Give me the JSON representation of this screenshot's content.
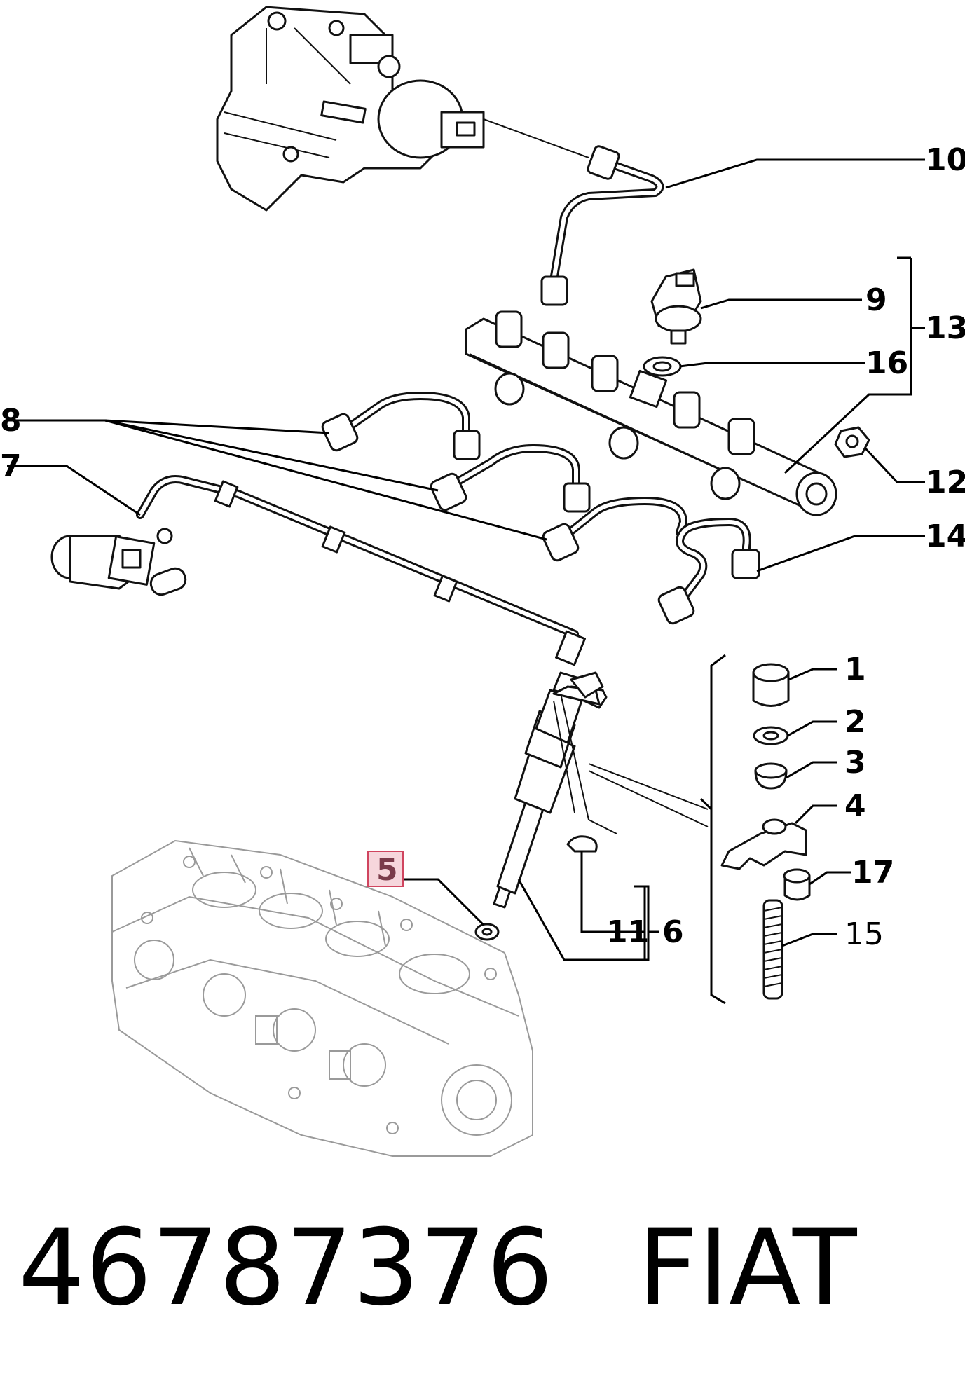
{
  "callouts": {
    "c1": "1",
    "c2": "2",
    "c3": "3",
    "c4": "4",
    "c5": "5",
    "c6": "6",
    "c7": "7",
    "c8": "8",
    "c9": "9",
    "c10": "10",
    "c11": "11",
    "c12": "12",
    "c13": "13",
    "c14": "14",
    "c15": "15",
    "c16": "16",
    "c17": "17"
  },
  "highlight": {
    "label": "5",
    "fill": "#f6d6dc",
    "stroke": "#d0455f"
  },
  "footer": {
    "part_number": "46787376",
    "brand": "FIAT"
  }
}
